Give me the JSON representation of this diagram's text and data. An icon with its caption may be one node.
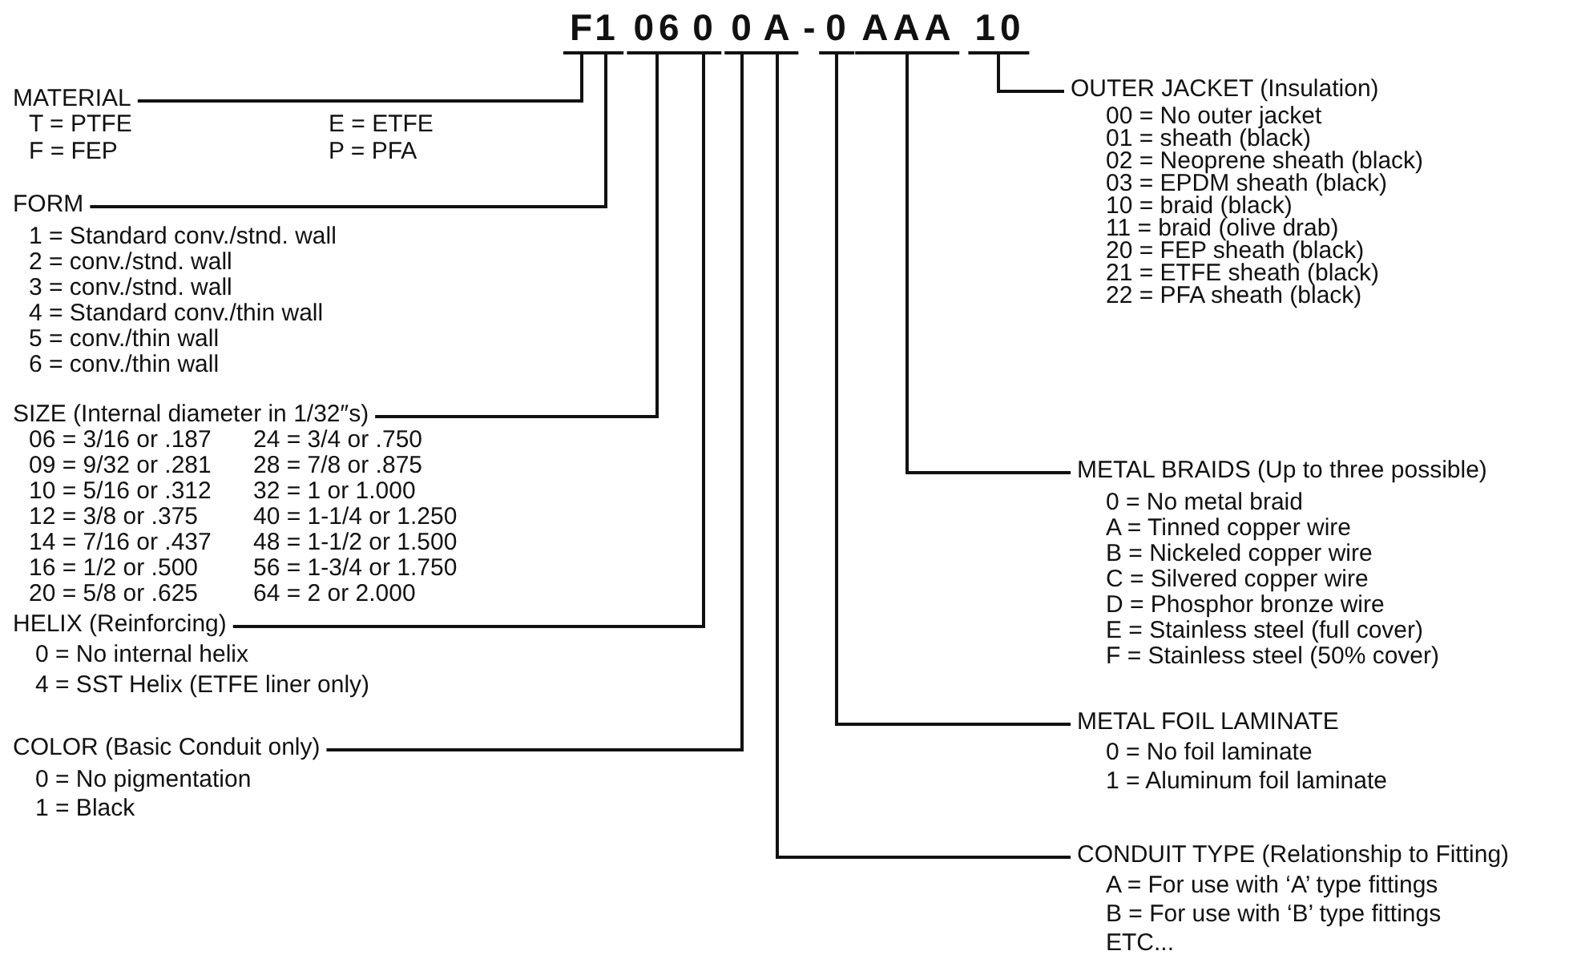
{
  "diagram": {
    "nodes": [
      {
        "text": [
          "F"
        ]
      },
      {
        "text": [
          "1"
        ]
      },
      {
        "text": [
          "06"
        ]
      },
      {
        "text": [
          "0"
        ]
      },
      {
        "text": [
          "0"
        ]
      },
      {
        "text": [
          "A"
        ]
      },
      {
        "text": [
          "0"
        ]
      },
      {
        "text": [
          "AAA"
        ]
      },
      {
        "text": [
          "10"
        ]
      },
      {
        "text": [
          "MATERIAL"
        ]
      },
      {
        "text": [
          "FORM"
        ]
      },
      {
        "text": [
          "SIZE (Internal diameter in 1/32″s)"
        ]
      },
      {
        "text": [
          "HELIX (Reinforcing)"
        ]
      },
      {
        "text": [
          "COLOR (Basic Conduit only)"
        ]
      },
      {
        "text": [
          "OUTER JACKET (Insulation)"
        ]
      },
      {
        "text": [
          "METAL BRAIDS (Up to three possible)"
        ]
      },
      {
        "text": [
          "METAL FOIL LAMINATE"
        ]
      },
      {
        "text": [
          "CONDUIT TYPE (Relationship to Fitting)"
        ]
      }
    ],
    "edges": [
      {
        "from": 0,
        "to": 9,
        "arrow": "none"
      },
      {
        "from": 1,
        "to": 10,
        "arrow": "none"
      },
      {
        "from": 2,
        "to": 11,
        "arrow": "none"
      },
      {
        "from": 3,
        "to": 12,
        "arrow": "none"
      },
      {
        "from": 4,
        "to": 13,
        "arrow": "none"
      },
      {
        "from": 5,
        "to": 17,
        "arrow": "none"
      },
      {
        "from": 6,
        "to": 16,
        "arrow": "none"
      },
      {
        "from": 7,
        "to": 15,
        "arrow": "none"
      },
      {
        "from": 8,
        "to": 14,
        "arrow": "none"
      }
    ],
    "labels": [
      "-",
      "T = PTFE",
      "E = ETFE",
      "F = FEP",
      "P = PFA",
      "1 = Standard conv./stnd. wall",
      "2 = conv./stnd. wall",
      "3 = conv./stnd. wall",
      "4 = Standard conv./thin wall",
      "5 = conv./thin wall",
      "6 = conv./thin wall",
      "06 = 3/16 or .187",
      "24 = 3/4 or .750",
      "09 = 9/32 or .281",
      "28 = 7/8 or .875",
      "10 = 5/16 or .312",
      "32 = 1 or 1.000",
      "12 = 3/8 or .375",
      "40 = 1-1/4 or 1.250",
      "14 = 7/16 or .437",
      "48 = 1-1/2 or 1.500",
      "16 = 1/2 or .500",
      "56 = 1-3/4 or 1.750",
      "20 = 5/8 or .625",
      "64 = 2 or 2.000",
      "0 = No internal helix",
      "4 = SST Helix (ETFE liner only)",
      "0 = No pigmentation",
      "1 = Black",
      "00 = No outer jacket",
      "01 = sheath (black)",
      "02 = Neoprene sheath (black)",
      "03 = EPDM sheath (black)",
      "10 = braid (black)",
      "11 = braid (olive drab)",
      "20 = FEP sheath (black)",
      "21 = ETFE sheath (black)",
      "22 = PFA sheath (black)",
      "0 = No metal braid",
      "A = Tinned copper wire",
      "B = Nickeled copper wire",
      "C = Silvered copper wire",
      "D = Phosphor bronze wire",
      "E = Stainless steel (full cover)",
      "F = Stainless steel (50% cover)",
      "0 = No foil laminate",
      "1 = Aluminum foil laminate",
      "A = For use with ‘A’ type fittings",
      "B = For use with ‘B’ type fittings",
      "ETC..."
    ]
  }
}
